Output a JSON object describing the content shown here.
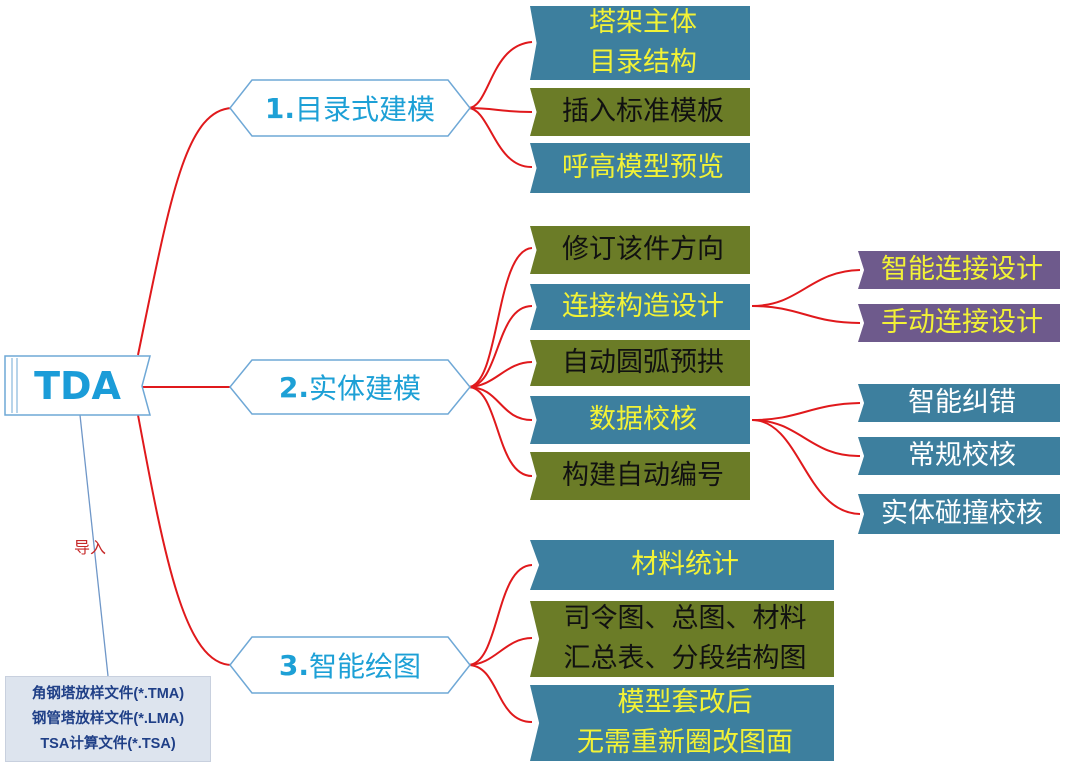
{
  "root": {
    "label": "TDA"
  },
  "import": {
    "label": "导入",
    "files": [
      "角钢塔放样文件(*.TMA)",
      "钢管塔放样文件(*.LMA)",
      "TSA计算文件(*.TSA)"
    ]
  },
  "branches": [
    {
      "num": "1.",
      "label": "目录式建模",
      "children": [
        {
          "lines": [
            "塔架主体",
            "目录结构"
          ],
          "color": "#3d7f9e"
        },
        {
          "lines": [
            "插入标准模板"
          ],
          "color": "#6b7c27"
        },
        {
          "lines": [
            "呼高模型预览"
          ],
          "color": "#3d7f9e"
        }
      ]
    },
    {
      "num": "2.",
      "label": "实体建模",
      "children": [
        {
          "lines": [
            "修订该件方向"
          ],
          "color": "#6b7c27"
        },
        {
          "lines": [
            "连接构造设计"
          ],
          "color": "#3d7f9e",
          "children": [
            {
              "label": "智能连接设计",
              "color": "#6e5a8c"
            },
            {
              "label": "手动连接设计",
              "color": "#6e5a8c"
            }
          ]
        },
        {
          "lines": [
            "自动圆弧预拱"
          ],
          "color": "#6b7c27"
        },
        {
          "lines": [
            "数据校核"
          ],
          "color": "#3d7f9e",
          "children": [
            {
              "label": "智能纠错",
              "color": "#3d7f9e"
            },
            {
              "label": "常规校核",
              "color": "#3d7f9e"
            },
            {
              "label": "实体碰撞校核",
              "color": "#3d7f9e"
            }
          ]
        },
        {
          "lines": [
            "构建自动编号"
          ],
          "color": "#6b7c27"
        }
      ]
    },
    {
      "num": "3.",
      "label": "智能绘图",
      "children": [
        {
          "lines": [
            "材料统计"
          ],
          "color": "#3d7f9e"
        },
        {
          "lines": [
            "司令图、总图、材料",
            "汇总表、分段结构图"
          ],
          "color": "#6b7c27"
        },
        {
          "lines": [
            "模型套改后",
            "无需重新圈改图面"
          ],
          "color": "#3d7f9e"
        }
      ]
    }
  ],
  "colors": {
    "connector": "#e0191c",
    "import_line": "#6f97c8",
    "hex_border": "#6fa8d6",
    "hex_text": "#1da0d6"
  }
}
